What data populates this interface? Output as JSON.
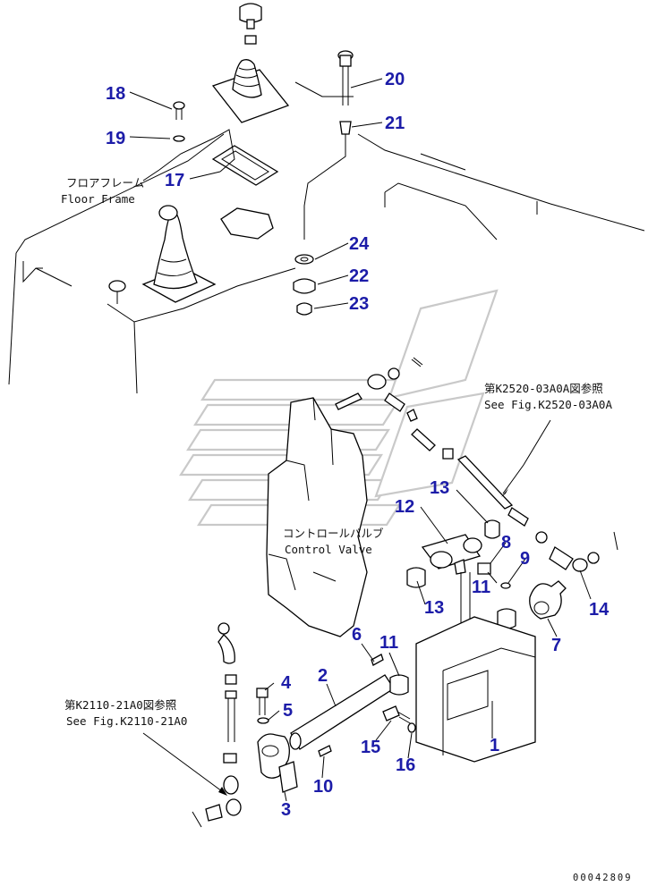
{
  "callouts": [
    {
      "id": "n18",
      "text": "18"
    },
    {
      "id": "n19",
      "text": "19"
    },
    {
      "id": "n17",
      "text": "17"
    },
    {
      "id": "n20",
      "text": "20"
    },
    {
      "id": "n21",
      "text": "21"
    },
    {
      "id": "n24",
      "text": "24"
    },
    {
      "id": "n22",
      "text": "22"
    },
    {
      "id": "n23",
      "text": "23"
    },
    {
      "id": "n13a",
      "text": "13"
    },
    {
      "id": "n12",
      "text": "12"
    },
    {
      "id": "n8",
      "text": "8"
    },
    {
      "id": "n9",
      "text": "9"
    },
    {
      "id": "n11a",
      "text": "11"
    },
    {
      "id": "n13b",
      "text": "13"
    },
    {
      "id": "n14",
      "text": "14"
    },
    {
      "id": "n7",
      "text": "7"
    },
    {
      "id": "n6",
      "text": "6"
    },
    {
      "id": "n11b",
      "text": "11"
    },
    {
      "id": "n2",
      "text": "2"
    },
    {
      "id": "n4",
      "text": "4"
    },
    {
      "id": "n5",
      "text": "5"
    },
    {
      "id": "n1",
      "text": "1"
    },
    {
      "id": "n15",
      "text": "15"
    },
    {
      "id": "n16",
      "text": "16"
    },
    {
      "id": "n10",
      "text": "10"
    },
    {
      "id": "n3",
      "text": "3"
    }
  ],
  "labels": {
    "floor_frame_jp": "フロアフレーム",
    "floor_frame_en": "Floor Frame",
    "control_valve_jp": "コントロールバルブ",
    "control_valve_en": "Control Valve",
    "ref_upper_jp": "第K2520-03A0A図参照",
    "ref_upper_en": "See Fig.K2520-03A0A",
    "ref_lower_jp": "第K2110-21A0図参照",
    "ref_lower_en": "See Fig.K2110-21A0"
  },
  "drawing_number": "00042809",
  "colors": {
    "callout": "#1c1ca8",
    "line": "#000000",
    "watermark": "#c9c9c9"
  }
}
